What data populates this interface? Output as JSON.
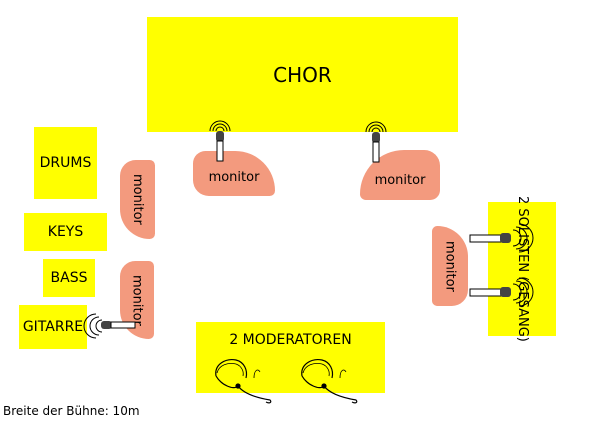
{
  "stage": {
    "choir": "CHOR",
    "drums": "DRUMS",
    "keys": "KEYS",
    "bass": "BASS",
    "guitar": "GITARRE",
    "soloists": "2 SOLISTEN (GESANG)",
    "moderators": "2 MODERATOREN"
  },
  "monitors": {
    "choir_left": "monitor",
    "choir_right": "monitor",
    "band_upper": "monitor",
    "band_lower": "monitor",
    "soloists": "monitor"
  },
  "icons": {
    "stand_mic": "microphone-icon",
    "headset_mic": "headset-microphone-icon",
    "sound_waves": "sound-waves-icon"
  },
  "colors": {
    "stage_area": "#ffff00",
    "monitor": "#f39a7e",
    "microphone": "#ffffff"
  },
  "footer": {
    "stage_width": "Breite der Bühne: 10m"
  }
}
